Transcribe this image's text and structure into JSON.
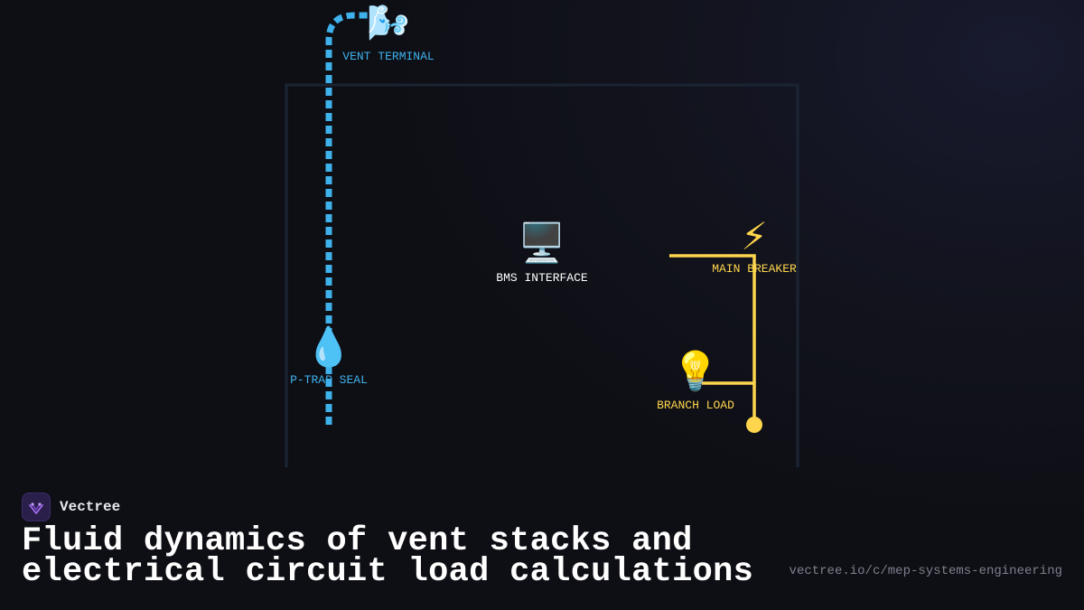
{
  "diagram": {
    "nodes": {
      "vent_terminal": {
        "label": "VENT TERMINAL",
        "icon": "wind-icon",
        "glyph": "🌬️"
      },
      "p_trap_seal": {
        "label": "P-TRAP SEAL",
        "icon": "water-drop-icon",
        "glyph": "💧"
      },
      "bms_interface": {
        "label": "BMS INTERFACE",
        "icon": "computer-monitor-icon",
        "glyph": "🖥️"
      },
      "main_breaker": {
        "label": "MAIN BREAKER",
        "icon": "lightning-bolt-icon",
        "glyph": "⚡"
      },
      "branch_load": {
        "label": "BRANCH LOAD",
        "icon": "light-bulb-icon",
        "glyph": "💡"
      }
    },
    "colors": {
      "vent_pipe": "#3fb2ec",
      "electrical": "#fed54d",
      "building_outline": "#1b2433",
      "bms_label": "#ffffff"
    }
  },
  "brand": {
    "name": "Vectree",
    "logo_icon": "vectree-logo-icon"
  },
  "title": {
    "line1": "Fluid dynamics of vent stacks and",
    "line2": "electrical circuit load calculations"
  },
  "url": "vectree.io/c/mep-systems-engineering"
}
